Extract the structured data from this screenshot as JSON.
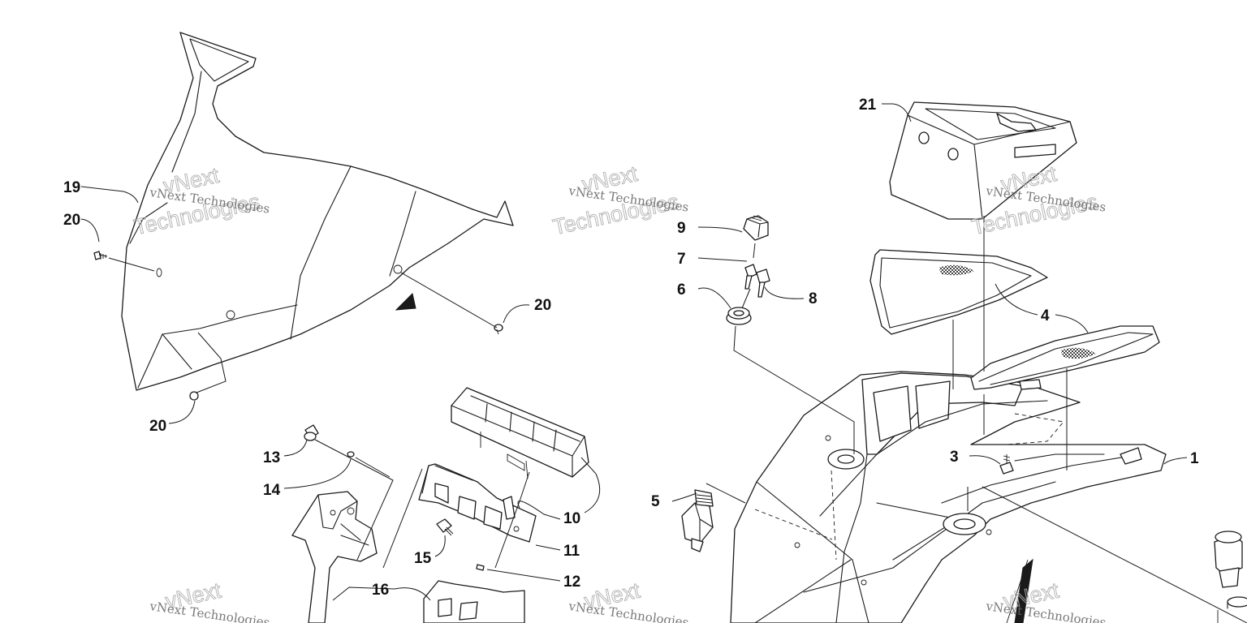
{
  "callouts": {
    "c1": "1",
    "c3": "3",
    "c4": "4",
    "c5": "5",
    "c6": "6",
    "c7": "7",
    "c8": "8",
    "c9": "9",
    "c10": "10",
    "c11": "11",
    "c12": "12",
    "c13": "13",
    "c14": "14",
    "c15": "15",
    "c16": "16",
    "c19": "19",
    "c20a": "20",
    "c20b": "20",
    "c20c": "20",
    "c21": "21"
  },
  "watermark": {
    "line1": "vNext Technologies",
    "line2": "Technologies",
    "line3": "vNext"
  }
}
